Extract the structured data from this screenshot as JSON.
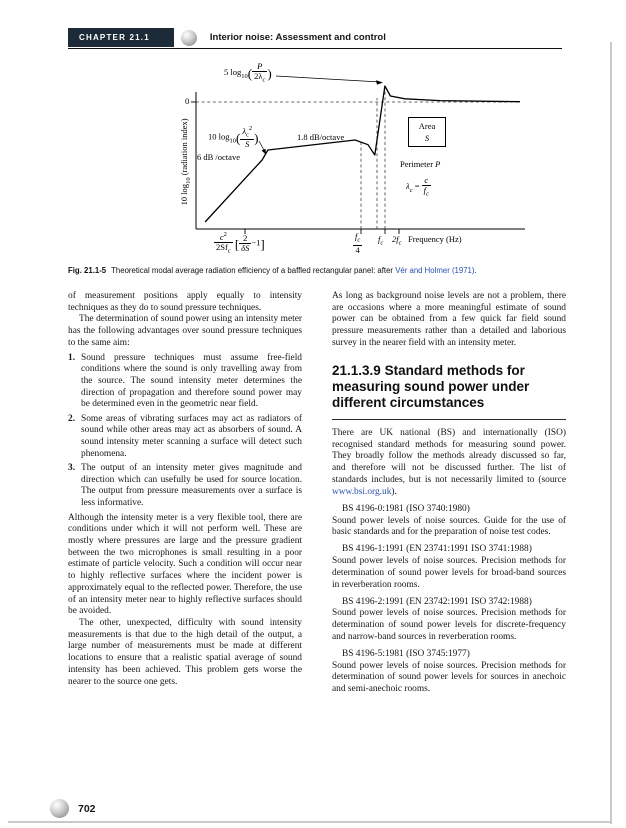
{
  "header": {
    "chapter_label": "CHAPTER 21.1",
    "chapter_title": "Interior noise: Assessment and control"
  },
  "footer": {
    "page_number": "702"
  },
  "caption": {
    "label": "Fig. 21.1-5",
    "text": "Theoretical modal average radiation efficiency of a baffled rectangular panel: after ",
    "link": "Vér and Holmer (1971)",
    "tail": "."
  },
  "figure": {
    "zero": "0",
    "ylabel_pre": "10 log",
    "ylabel_sub": "10",
    "ylabel_tail": " (radiation index)",
    "xlabel": "Frequency (Hz)",
    "slope6": "6 dB /octave",
    "slope18": "1.8 dB/octave",
    "area_line1": "Area",
    "area_line2": "S",
    "perimeter_main": "Perimeter ",
    "perimeter_var": "P",
    "lambda_main": "λ",
    "lambda_sub": "c",
    "lambda_eq": " = ",
    "lambda_num": "c",
    "lambda_den_main": "f",
    "lambda_den_sub": "c",
    "peak": {
      "pre": "5 log",
      "sub": "10",
      "num": "P",
      "den_main": "2λ",
      "den_sub": "c"
    },
    "step": {
      "pre": "10 log",
      "sub": "10",
      "num_main": "λ",
      "num_sub": "c",
      "num_sup": "2",
      "den": "S"
    },
    "tick1": {
      "num_main": "c",
      "num_sup": "2",
      "den_main": "2Sf",
      "den_sub": "c",
      "br_open": "[",
      "br_num": "2",
      "br_den": "δS",
      "br_tail": "−1",
      "br_close": "]"
    },
    "tick2": {
      "num_main": "f",
      "num_sub": "c",
      "den": "4"
    },
    "tick3_main": "f",
    "tick3_sub": "c",
    "tick4_main": "2f",
    "tick4_sub": "c"
  },
  "chart_data": {
    "type": "line",
    "title": "Theoretical modal average radiation efficiency of a baffled rectangular panel (after Vér and Holmer 1971)",
    "xlabel": "Frequency (Hz)",
    "ylabel": "10 log10 (radiation index)",
    "x_axis_scale": "schematic log frequency",
    "x_tick_labels": [
      "c²/2Sfc · [2/δS − 1]",
      "fc/4",
      "fc",
      "2fc"
    ],
    "y_tick_labels": [
      "0"
    ],
    "reference_level_db": 0,
    "slope_annotations": [
      "6 dB /octave low-frequency region",
      "1.8 dB/octave mid region"
    ],
    "level_annotations": [
      "5 log10(P/2λc) at peak",
      "10 log10(λc²/S) step height"
    ],
    "notes": [
      "Area S",
      "Perimeter P",
      "λc = c/fc",
      "curve peaks at critical frequency fc then decays toward 0 dB"
    ],
    "grid": false,
    "legend": [],
    "curve_points_norm": [
      [
        0.028,
        0.051
      ],
      [
        0.204,
        0.504
      ],
      [
        0.222,
        0.577
      ],
      [
        0.491,
        0.65
      ],
      [
        0.531,
        0.615
      ],
      [
        0.552,
        0.54
      ],
      [
        0.583,
        1.044
      ],
      [
        0.6,
        0.971
      ],
      [
        0.645,
        0.95
      ],
      [
        0.753,
        0.937
      ],
      [
        1.0,
        0.929
      ]
    ]
  },
  "left_column": {
    "para1": "of measurement positions apply equally to intensity techniques as they do to sound pressure techniques.",
    "para2": "The determination of sound power using an intensity meter has the following advantages over sound pressure techniques to the same aim:",
    "list": [
      {
        "num": "1.",
        "text": "Sound pressure techniques must assume free-field conditions where the sound is only travelling away from the source. The sound intensity meter determines the direction of propagation and therefore sound power may be determined even in the geometric near field."
      },
      {
        "num": "2.",
        "text": "Some areas of vibrating surfaces may act as radiators of sound while other areas may act as absorbers of sound. A sound intensity meter scanning a surface will detect such phenomena."
      },
      {
        "num": "3.",
        "text": "The output of an intensity meter gives magnitude and direction which can usefully be used for source location. The output from pressure measurements over a surface is less informative."
      }
    ],
    "para3": "Although the intensity meter is a very flexible tool, there are conditions under which it will not perform well. These are mostly where pressures are large and the pressure gradient between the two microphones is small resulting in a poor estimate of particle velocity. Such a condition will occur near to highly reflective surfaces where the incident power is approximately equal to the reflected power. Therefore, the use of an intensity meter near to highly reflective surfaces should be avoided.",
    "para4": "The other, unexpected, difficulty with sound intensity measurements is that due to the high detail of the output, a large number of measurements must be made at different locations to ensure that a realistic spatial average of sound intensity has been achieved. This problem gets worse the nearer to the source one gets."
  },
  "right_column": {
    "para1": "As long as background noise levels are not a problem, there are occasions where a more meaningful estimate of sound power can be obtained from a few quick far field sound pressure measurements rather than a detailed and laborious survey in the nearer field with an intensity meter.",
    "heading_number": "21.1.3.9",
    "heading_text": "Standard methods for measuring sound power under different circumstances",
    "para2_pre": "There are UK national (BS) and internationally (ISO) recognised standard methods for measuring sound power. They broadly follow the methods already discussed so far, and therefore will not be discussed further. The list of standards includes, but is not necessarily limited to (source ",
    "para2_link": "www.bsi.org.uk",
    "para2_tail": ").",
    "standards": [
      {
        "code": "BS 4196-0:1981 (ISO 3740:1980)",
        "desc": "Sound power levels of noise sources. Guide for the use of basic standards and for the preparation of noise test codes."
      },
      {
        "code": "BS 4196-1:1991 (EN 23741:1991 ISO 3741:1988)",
        "desc": "Sound power levels of noise sources. Precision methods for determination of sound power levels for broad-band sources in reverberation rooms."
      },
      {
        "code": "BS 4196-2:1991 (EN 23742:1991 ISO 3742:1988)",
        "desc": "Sound power levels of noise sources. Precision methods for determination of sound power levels for discrete-frequency and narrow-band sources in reverberation rooms."
      },
      {
        "code": "BS 4196-5:1981 (ISO 3745:1977)",
        "desc": "Sound power levels of noise sources. Precision methods for determination of sound power levels for sources in anechoic and semi-anechoic rooms."
      }
    ]
  }
}
